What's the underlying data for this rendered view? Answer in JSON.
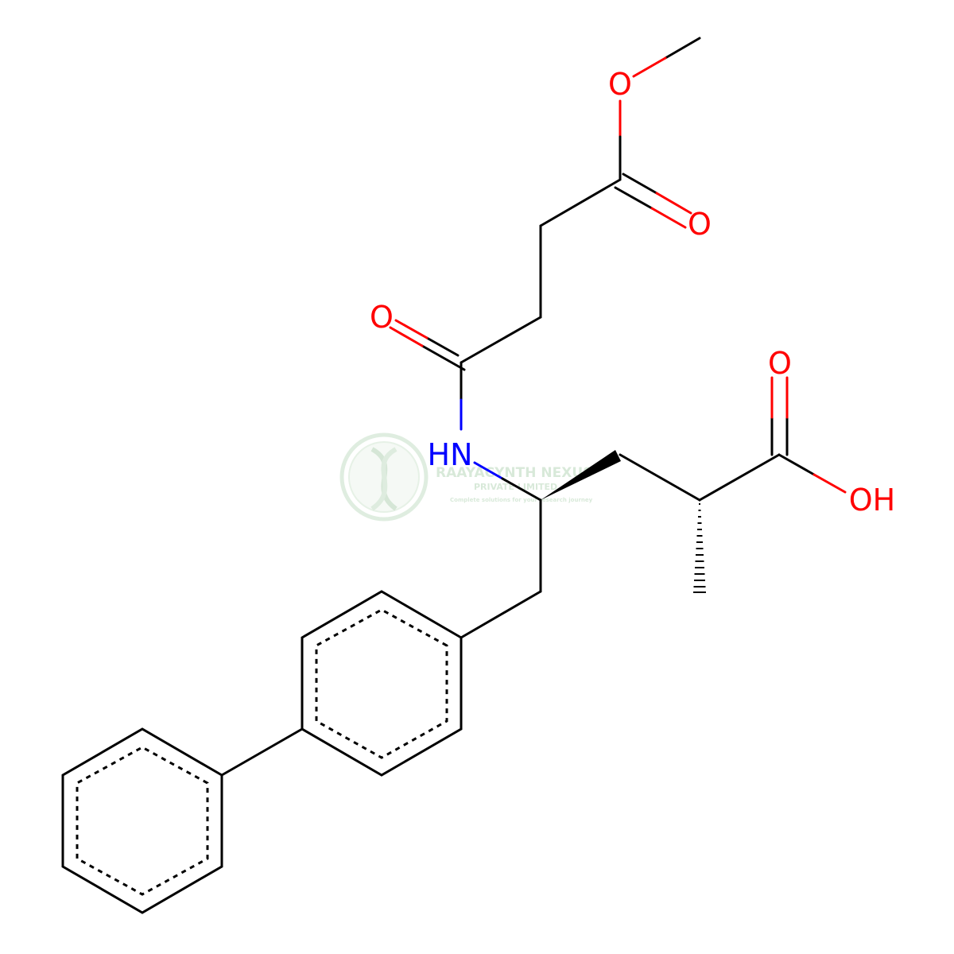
{
  "molecule": {
    "atoms": {
      "o_ester_single": "O",
      "o_ester_carbonyl": "O",
      "o_amide": "O",
      "n_amide": "HN",
      "o_acid_carbonyl": "O",
      "o_acid_hydroxyl": "OH"
    }
  },
  "watermark": {
    "name": "RAAYACYNTH NEXUS",
    "line2": "PRIVATE LIMITED",
    "tagline": "Complete solutions for your research journey"
  },
  "colors": {
    "bond": "#000000",
    "oxygen": "#ff0000",
    "nitrogen": "#0000ff",
    "watermark": "#b9d8bb"
  }
}
